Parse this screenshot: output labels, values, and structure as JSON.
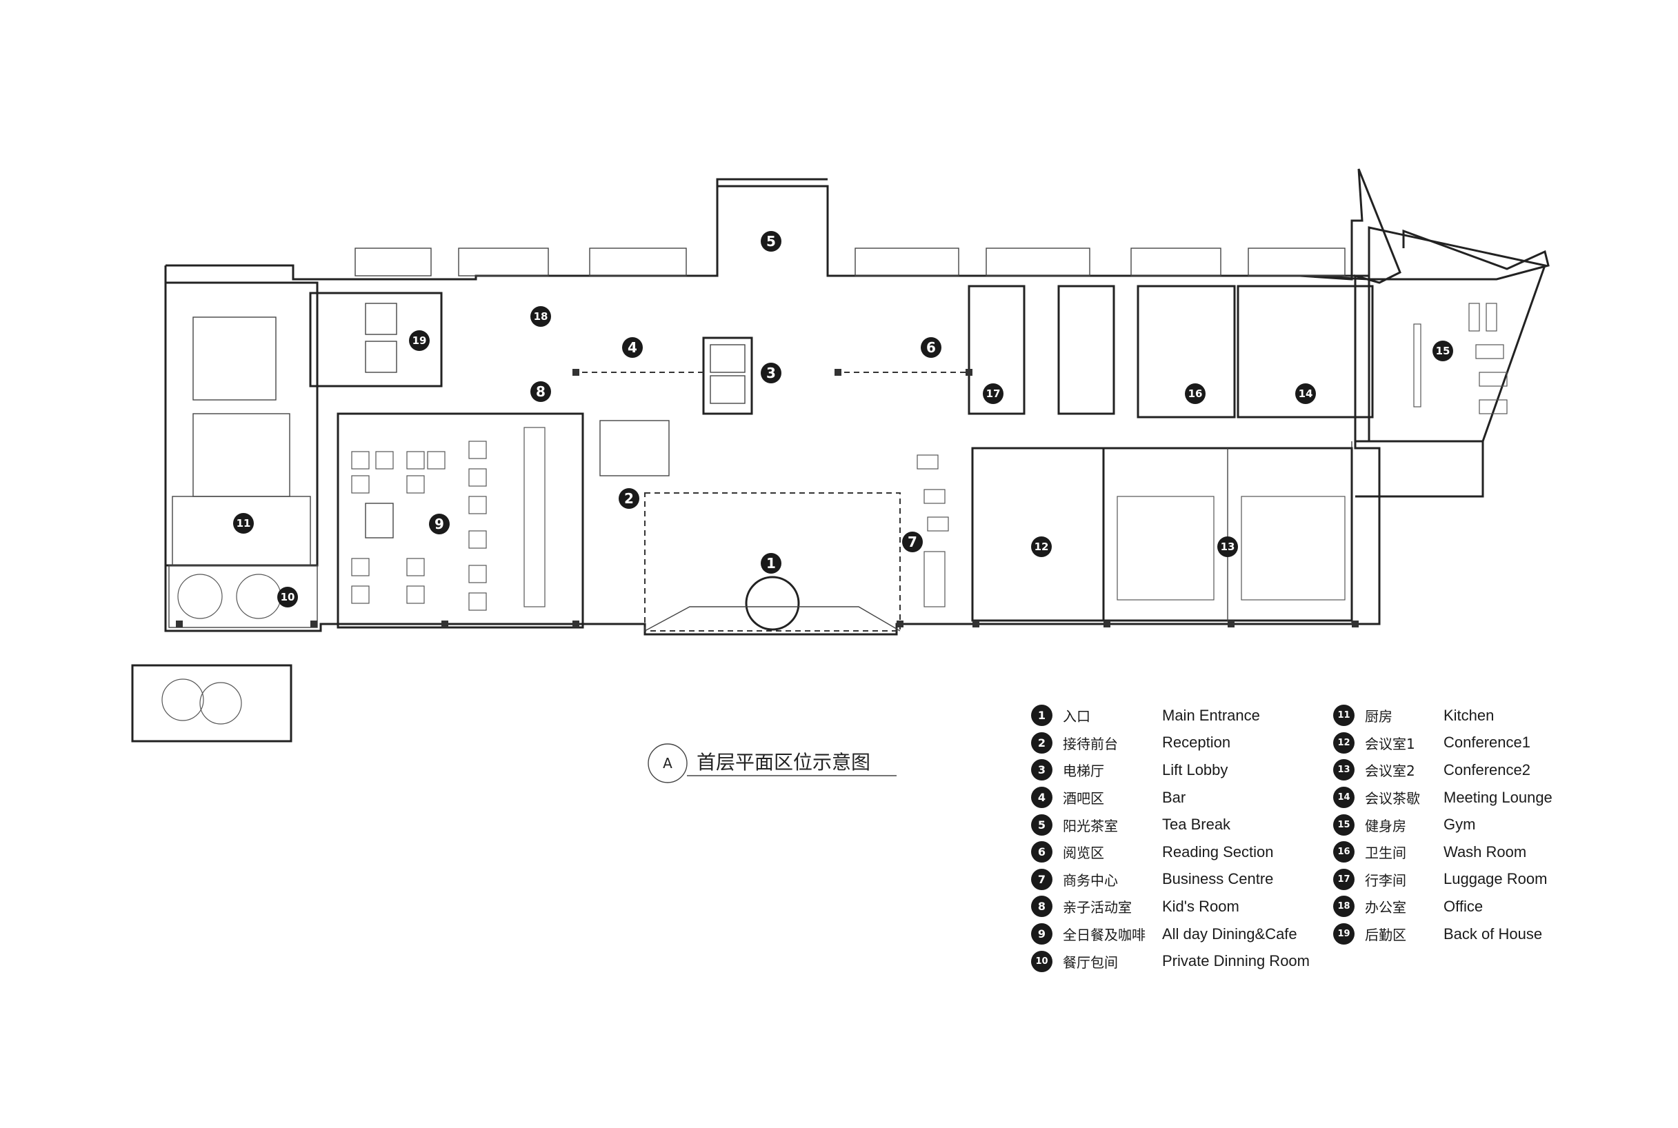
{
  "plan": {
    "title": "首层平面区位示意图",
    "title_marker": "A"
  },
  "markers": [
    {
      "num": "1"
    },
    {
      "num": "2"
    },
    {
      "num": "3"
    },
    {
      "num": "4"
    },
    {
      "num": "5"
    },
    {
      "num": "6"
    },
    {
      "num": "7"
    },
    {
      "num": "8"
    },
    {
      "num": "9"
    },
    {
      "num": "10"
    },
    {
      "num": "11"
    },
    {
      "num": "12"
    },
    {
      "num": "13"
    },
    {
      "num": "14"
    },
    {
      "num": "15"
    },
    {
      "num": "16"
    },
    {
      "num": "17"
    },
    {
      "num": "18"
    },
    {
      "num": "19"
    }
  ],
  "legend": {
    "left_column": [
      {
        "num": "1",
        "cn": "入口",
        "en": "Main Entrance"
      },
      {
        "num": "2",
        "cn": "接待前台",
        "en": "Reception"
      },
      {
        "num": "3",
        "cn": "电梯厅",
        "en": "Lift Lobby"
      },
      {
        "num": "4",
        "cn": "酒吧区",
        "en": "Bar"
      },
      {
        "num": "5",
        "cn": "阳光茶室",
        "en": "Tea Break"
      },
      {
        "num": "6",
        "cn": "阅览区",
        "en": "Reading Section"
      },
      {
        "num": "7",
        "cn": "商务中心",
        "en": "Business Centre"
      },
      {
        "num": "8",
        "cn": "亲子活动室",
        "en": "Kid's Room"
      },
      {
        "num": "9",
        "cn": "全日餐及咖啡",
        "en": "All day Dining&Cafe"
      },
      {
        "num": "10",
        "cn": "餐厅包间",
        "en": "Private Dinning Room"
      }
    ],
    "right_column": [
      {
        "num": "11",
        "cn": "厨房",
        "en": "Kitchen"
      },
      {
        "num": "12",
        "cn": "会议室1",
        "en": "Conference1"
      },
      {
        "num": "13",
        "cn": "会议室2",
        "en": "Conference2"
      },
      {
        "num": "14",
        "cn": "会议茶歇",
        "en": "Meeting Lounge"
      },
      {
        "num": "15",
        "cn": "健身房",
        "en": "Gym"
      },
      {
        "num": "16",
        "cn": "卫生间",
        "en": "Wash Room"
      },
      {
        "num": "17",
        "cn": "行李间",
        "en": "Luggage Room"
      },
      {
        "num": "18",
        "cn": "办公室",
        "en": "Office"
      },
      {
        "num": "19",
        "cn": "后勤区",
        "en": "Back of House"
      }
    ]
  }
}
